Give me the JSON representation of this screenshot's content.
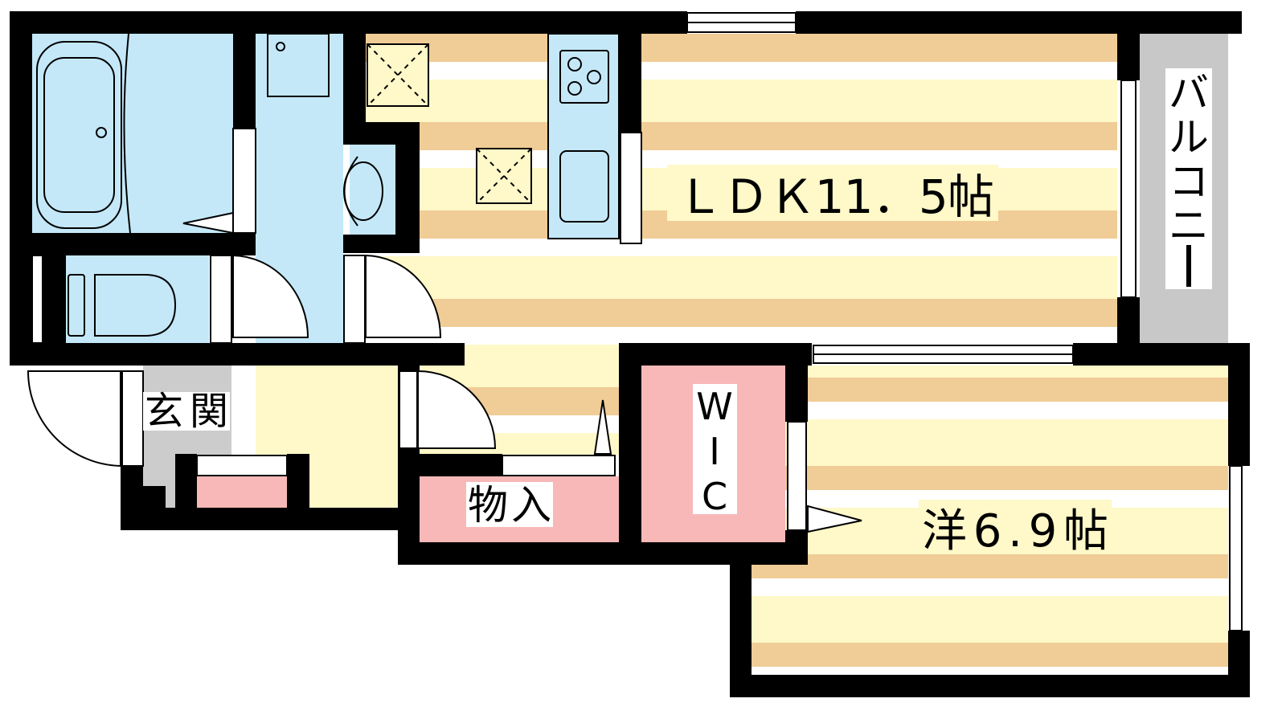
{
  "rooms": {
    "ldk": "ＬＤＫ11．5帖",
    "western": "洋6.9帖",
    "wic": [
      "W",
      "I",
      "C"
    ],
    "storage": "物入",
    "entrance": "玄関",
    "balcony": [
      "バ",
      "ル",
      "コ",
      "ニ",
      "ー"
    ]
  },
  "colors": {
    "wall": "#000000",
    "wet_area": "#c4e8f8",
    "closet": "#f8b8b8",
    "floor_stripe_dark": "#f0cc96",
    "floor_stripe_light": "#fff8c8",
    "entrance_floor": "#cccccc",
    "balcony": "#c8c8c8"
  }
}
